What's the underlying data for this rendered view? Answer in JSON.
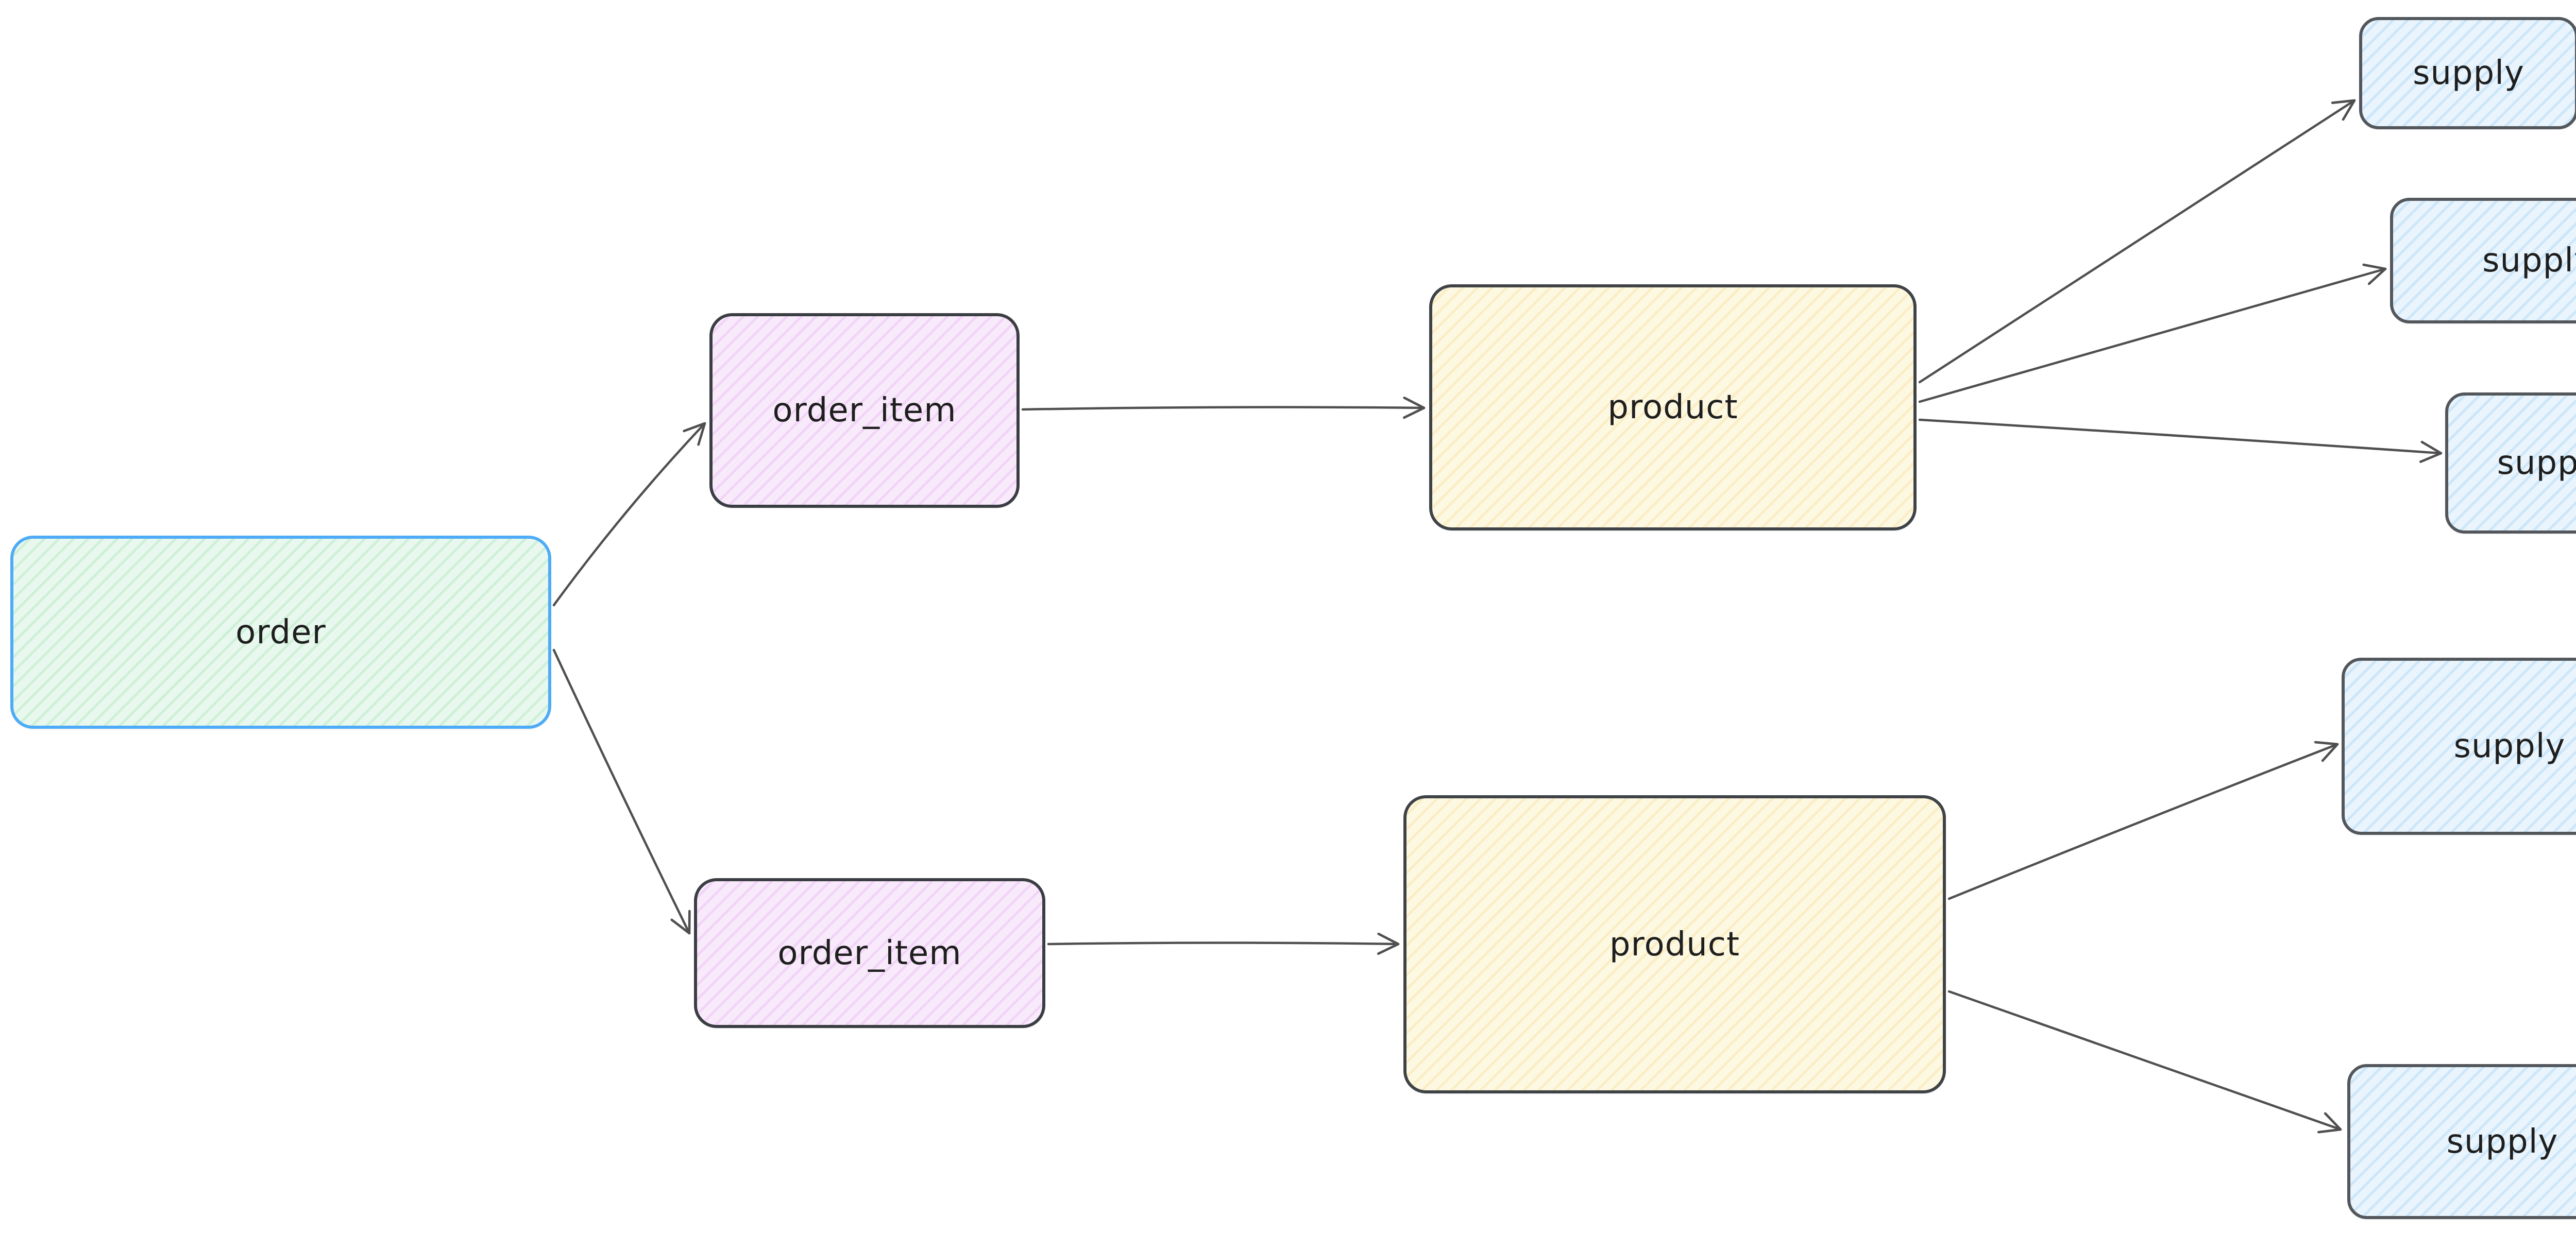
{
  "diagram": {
    "nodes": {
      "order": {
        "label": "order"
      },
      "order_item_top": {
        "label": "order_item"
      },
      "order_item_bottom": {
        "label": "order_item"
      },
      "product_top": {
        "label": "product"
      },
      "product_bottom": {
        "label": "product"
      },
      "supply_top_1": {
        "label": "supply"
      },
      "supply_top_2": {
        "label": "supply"
      },
      "supply_top_3": {
        "label": "supply"
      },
      "supply_bottom_1": {
        "label": "supply"
      },
      "supply_bottom_2": {
        "label": "supply"
      }
    },
    "edges": [
      {
        "from": "order",
        "to": "order_item_top"
      },
      {
        "from": "order",
        "to": "order_item_bottom"
      },
      {
        "from": "order_item_top",
        "to": "product_top"
      },
      {
        "from": "order_item_bottom",
        "to": "product_bottom"
      },
      {
        "from": "product_top",
        "to": "supply_top_1"
      },
      {
        "from": "product_top",
        "to": "supply_top_2"
      },
      {
        "from": "product_top",
        "to": "supply_top_3"
      },
      {
        "from": "product_bottom",
        "to": "supply_bottom_1"
      },
      {
        "from": "product_bottom",
        "to": "supply_bottom_2"
      }
    ],
    "colors": {
      "order_fill": "#e8f8ee",
      "order_stripe": "#40c05726",
      "order_border": "#4dabf7",
      "order_item_fill": "#f9eafb",
      "order_item_stripe": "#be4bdb22",
      "order_item_border": "#3a3d42",
      "product_fill": "#fdf8e1",
      "product_stripe": "#f0b42926",
      "product_border": "#3f4246",
      "supply_fill": "#e9f4fc",
      "supply_stripe": "#339af028",
      "supply_border": "#53575c",
      "edge_stroke": "#4f4f4f",
      "canvas_background": "#ffffff",
      "text": "#1e1e1e"
    }
  }
}
